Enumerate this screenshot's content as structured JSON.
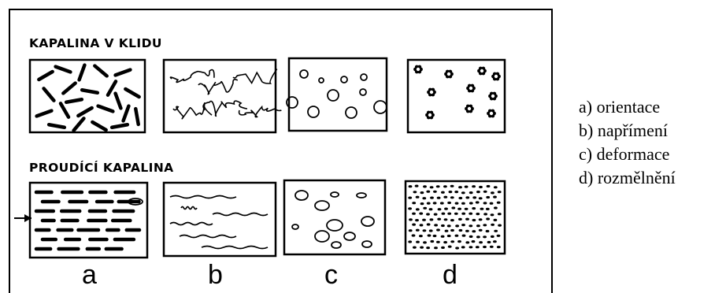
{
  "headings": {
    "rest": "KAPALINA V KLIDU",
    "flow": "PROUDÍCÍ KAPALINA"
  },
  "columns": [
    "a",
    "b",
    "c",
    "d"
  ],
  "legend": [
    "a) orientace",
    "b) napřímení",
    "c) deformace",
    "d) rozmělnění"
  ],
  "panels": {
    "rest": [
      "randomly oriented rods",
      "coiled chains",
      "spherical droplets",
      "aggregate clusters"
    ],
    "flow": [
      "aligned rods",
      "straightened chains",
      "deformed droplets",
      "dispersed fine particles"
    ]
  }
}
